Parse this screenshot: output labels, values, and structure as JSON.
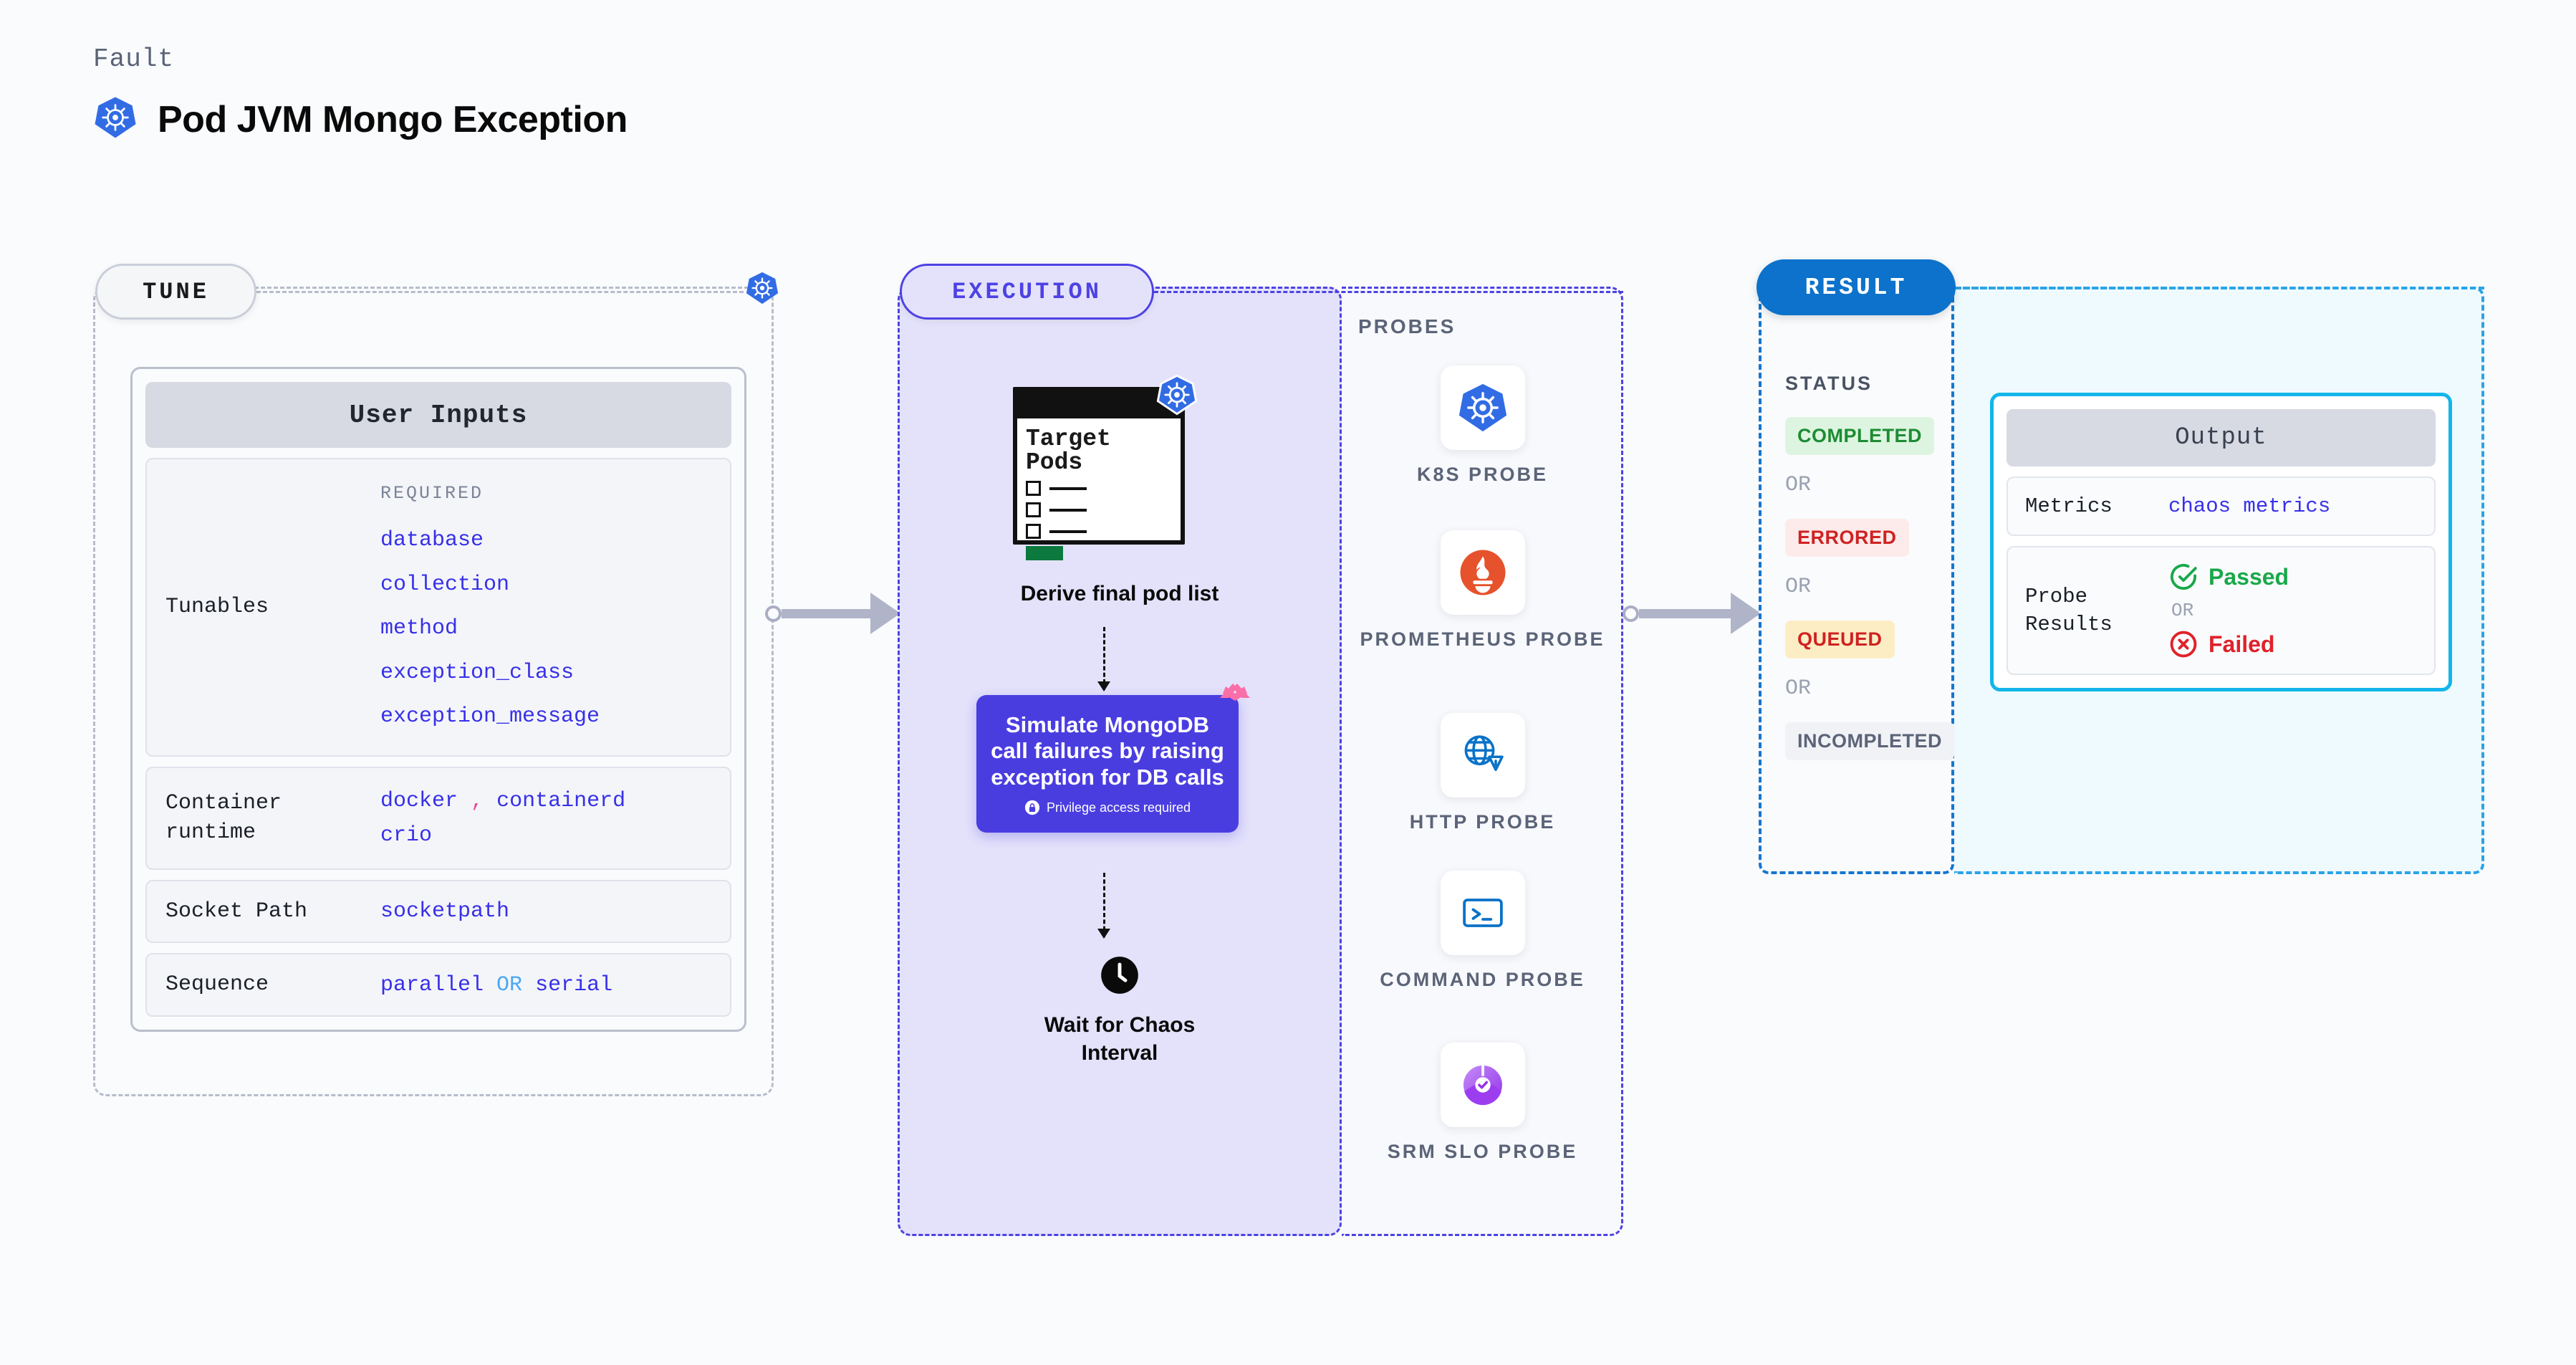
{
  "header": {
    "eyebrow": "Fault",
    "title": "Pod JVM Mongo Exception",
    "icon": "kubernetes-icon"
  },
  "tune": {
    "pill_label": "TUNE",
    "badge_icon": "kubernetes-icon",
    "card_title": "User Inputs",
    "rows": [
      {
        "key": "Tunables",
        "required_label": "REQUIRED",
        "values": [
          "database",
          "collection",
          "method",
          "exception_class",
          "exception_message"
        ]
      },
      {
        "key": "Container runtime",
        "values": [
          "docker",
          "containerd",
          "crio"
        ],
        "separator": ","
      },
      {
        "key": "Socket Path",
        "values": [
          "socketpath"
        ]
      },
      {
        "key": "Sequence",
        "values": [
          "parallel",
          "serial"
        ],
        "separator": "OR"
      }
    ]
  },
  "execution": {
    "pill_label": "EXECUTION",
    "target_pods": {
      "title_line1": "Target",
      "title_line2": "Pods",
      "badge_icon": "kubernetes-icon",
      "items": 3
    },
    "derive_label": "Derive final pod list",
    "action_card": {
      "text": "Simulate MongoDB call failures by raising exception for DB calls",
      "privilege_note": "Privilege access required",
      "privilege_icon": "lock-icon",
      "ribbon_icon": "ribbon-icon",
      "color": "#4a3de0"
    },
    "wait": {
      "icon": "clock-icon",
      "label_line1": "Wait for Chaos",
      "label_line2": "Interval"
    }
  },
  "probes": {
    "section_label": "PROBES",
    "items": [
      {
        "label": "K8S PROBE",
        "icon": "kubernetes-icon"
      },
      {
        "label": "PROMETHEUS PROBE",
        "icon": "prometheus-icon"
      },
      {
        "label": "HTTP PROBE",
        "icon": "globe-warning-icon"
      },
      {
        "label": "COMMAND PROBE",
        "icon": "terminal-icon"
      },
      {
        "label": "SRM SLO PROBE",
        "icon": "srm-slo-icon"
      }
    ]
  },
  "result": {
    "pill_label": "RESULT",
    "status_label": "STATUS",
    "or_label": "OR",
    "statuses": [
      {
        "label": "COMPLETED",
        "bg": "#ddf5e0",
        "fg": "#1d8c34"
      },
      {
        "label": "ERRORED",
        "bg": "#fdeaea",
        "fg": "#cf2222"
      },
      {
        "label": "QUEUED",
        "bg": "#fcedc4",
        "fg": "#cf2222"
      },
      {
        "label": "INCOMPLETED",
        "bg": "#f1f2f6",
        "fg": "#5b6478"
      }
    ],
    "output": {
      "title": "Output",
      "metrics_key": "Metrics",
      "metrics_value": "chaos metrics",
      "probe_results_key": "Probe Results",
      "or_label": "OR",
      "passed_label": "Passed",
      "passed_icon": "check-circle-icon",
      "failed_label": "Failed",
      "failed_icon": "x-circle-icon"
    }
  }
}
